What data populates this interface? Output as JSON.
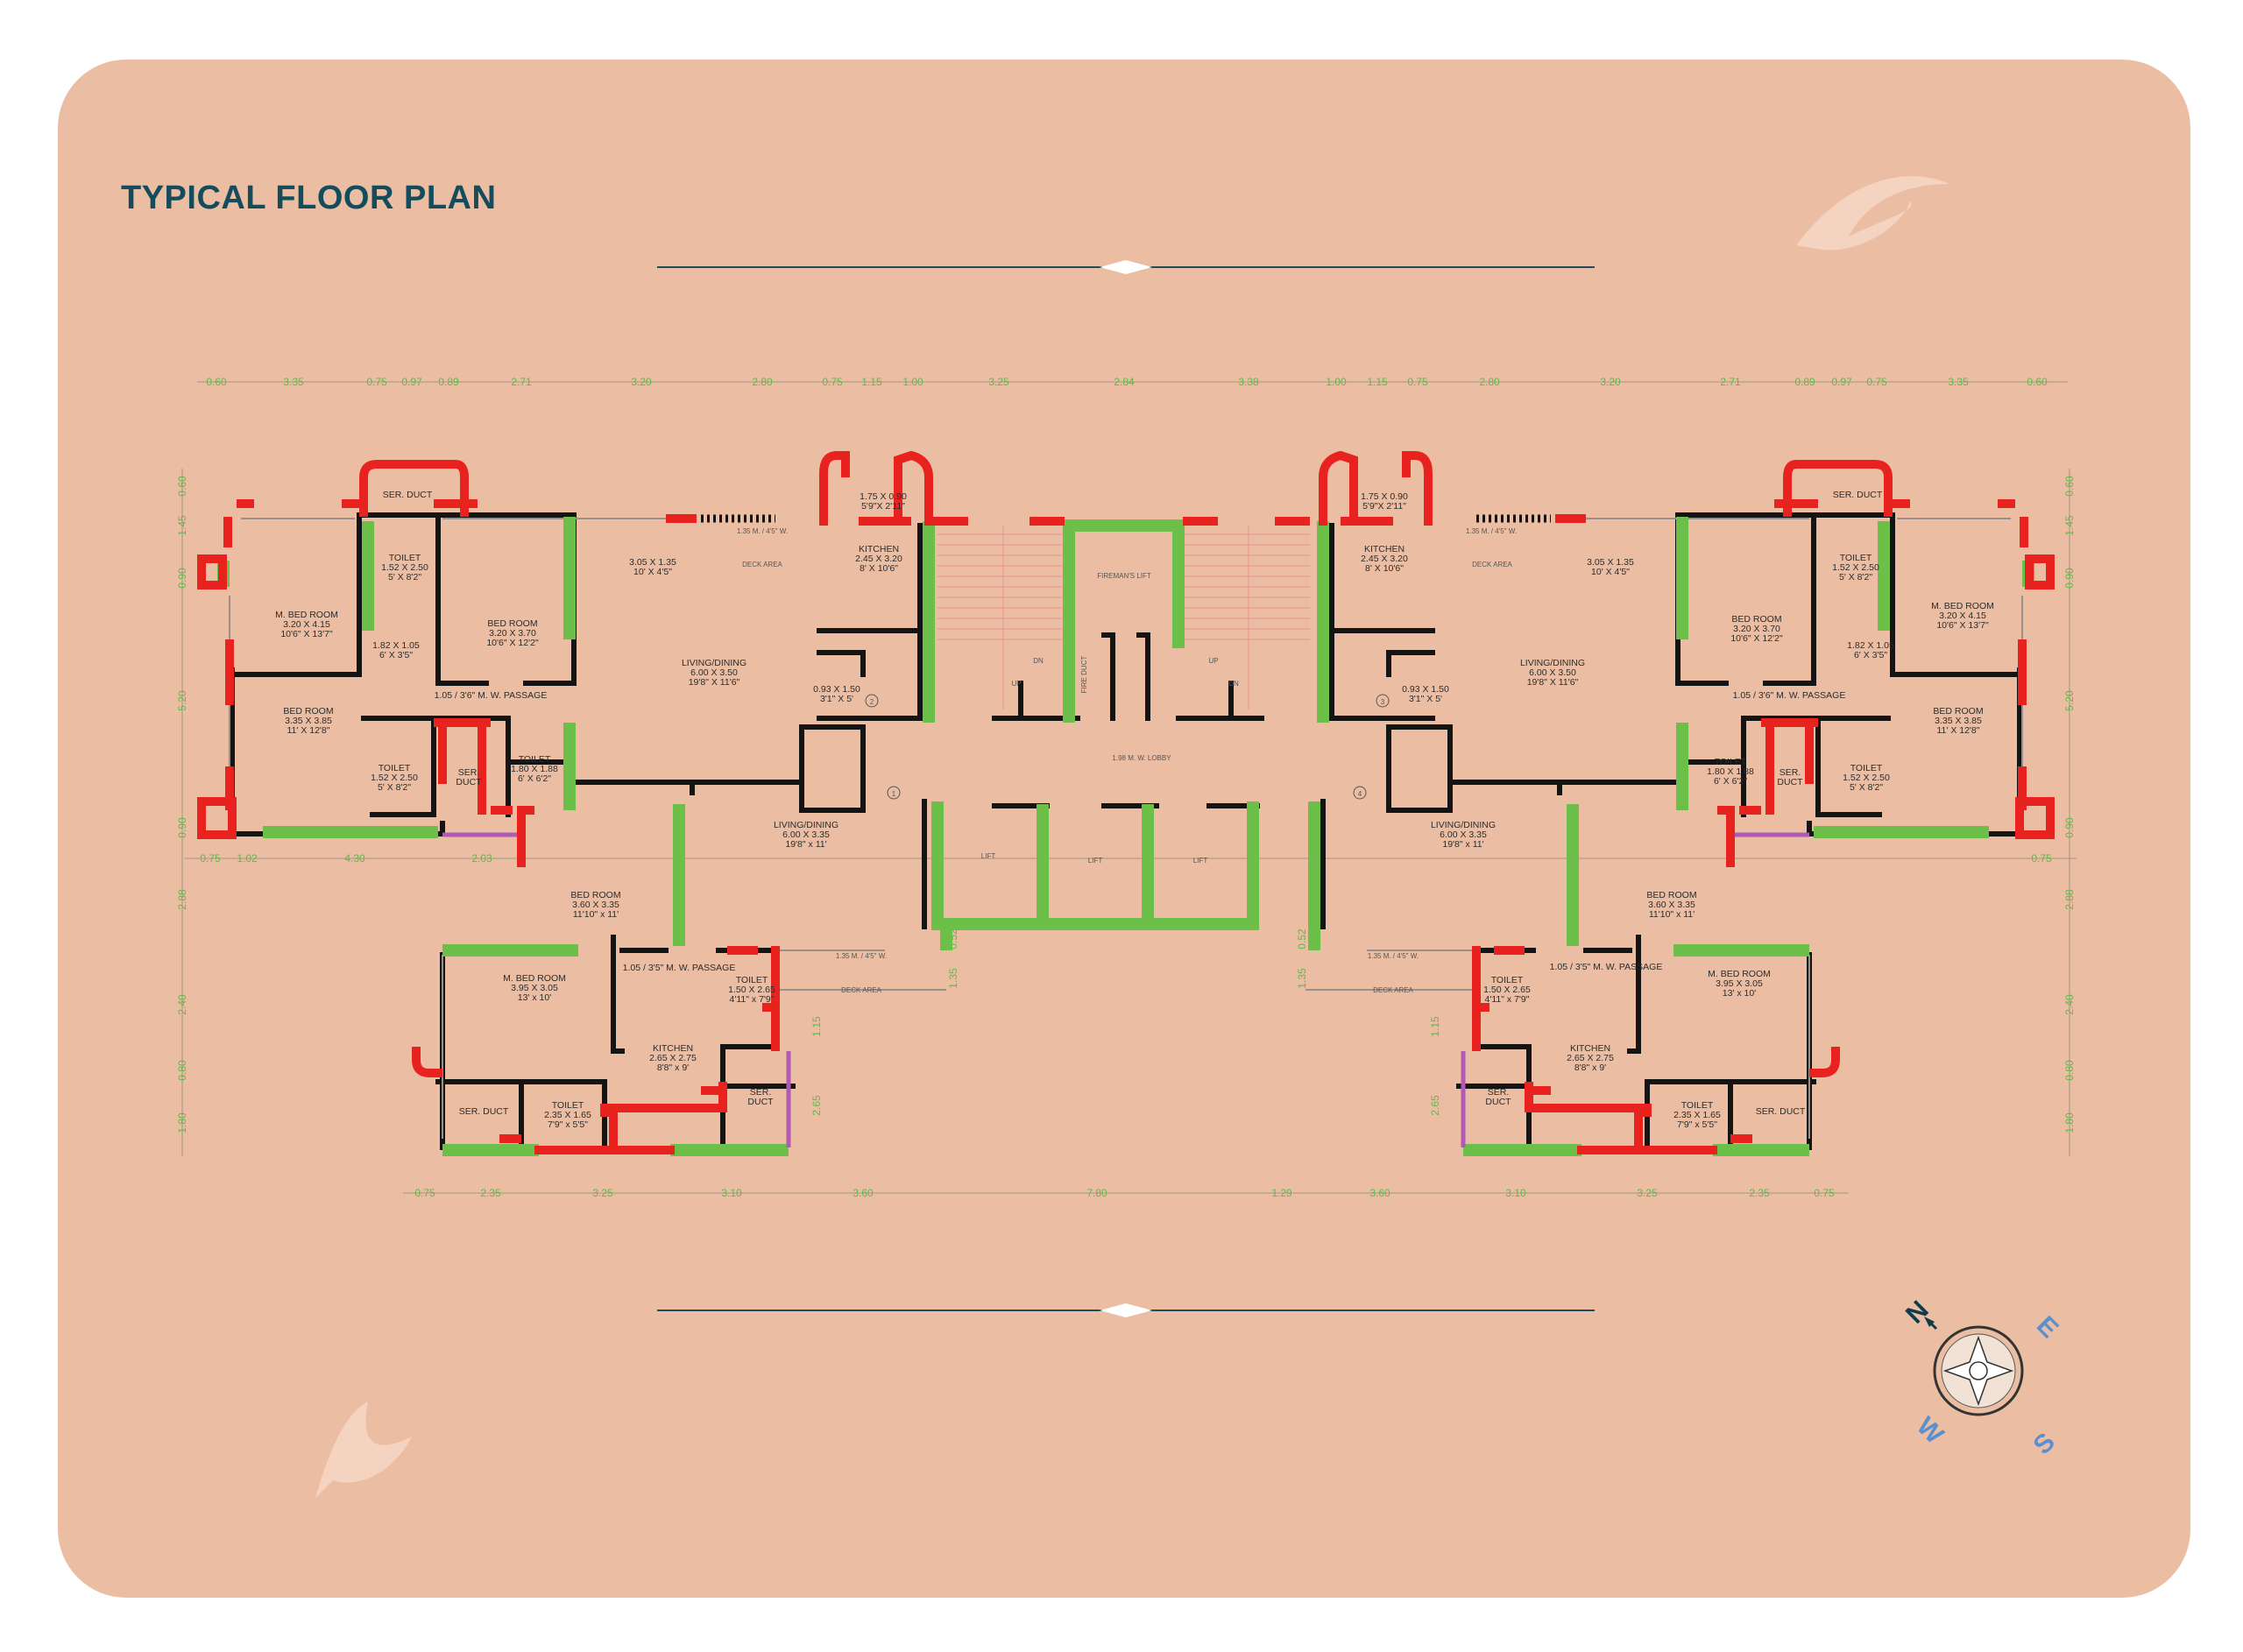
{
  "title": "TYPICAL FLOOR PLAN",
  "compass": {
    "n": "N",
    "e": "E",
    "s": "S",
    "w": "W"
  },
  "colors": {
    "background": "#ebbea4",
    "title": "#154c5b",
    "wall_black": "#141414",
    "wall_red": "#e8231f",
    "wall_green": "#6cc04a",
    "wall_purple": "#b05ab5",
    "dimension": "#5fb84a"
  },
  "top_dims": [
    "0.60",
    "3.35",
    "0.75",
    "0.97",
    "0.89",
    "2.71",
    "3.20",
    "2.80",
    "0.75",
    "1.15",
    "1.00",
    "3.25",
    "2.84",
    "3.38",
    "1.00",
    "1.15",
    "0.75",
    "2.80",
    "3.20",
    "2.71",
    "0.89",
    "0.97",
    "0.75",
    "3.35",
    "0.60"
  ],
  "bottom_dims": [
    "0.75",
    "2.35",
    "3.25",
    "3.10",
    "3.60",
    "7.80",
    "1.29",
    "3.60",
    "3.10",
    "3.25",
    "2.35",
    "0.75"
  ],
  "mid_dims_left": [
    "0.75",
    "1.02",
    "4.30",
    "2.03"
  ],
  "mid_dims_right": [
    "0.75"
  ],
  "left_side_dims": [
    "0.60",
    "1.45",
    "0.90",
    "5.20",
    "0.90",
    "2.88",
    "2.40",
    "0.80",
    "1.80"
  ],
  "right_side_dims": [
    "0.60",
    "1.45",
    "0.90",
    "5.20",
    "0.90",
    "2.88",
    "2.40",
    "0.80",
    "1.80"
  ],
  "inner_dims": [
    "0.52",
    "1.35",
    "1.15",
    "2.65",
    "0.52",
    "1.35",
    "1.15",
    "2.65"
  ],
  "rooms": {
    "tl_ser_duct": [
      "SER. DUCT"
    ],
    "tl_toilet": [
      "TOILET",
      "1.52 X 2.50",
      "5' X 8'2\""
    ],
    "tl_mbed": [
      "M. BED ROOM",
      "3.20 X 4.15",
      "10'6\" X 13'7\""
    ],
    "tl_bed": [
      "BED ROOM",
      "3.20 X 3.70",
      "10'6\" X 12'2\""
    ],
    "tl_living": [
      "LIVING/DINING",
      "6.00 X 3.50",
      "19'8\" X 11'6\""
    ],
    "tl_deck": [
      "3.05 X 1.35",
      "10' X 4'5\""
    ],
    "tl_kitchen": [
      "KITCHEN",
      "2.45 X 3.20",
      "8' X 10'6\""
    ],
    "tl_util": [
      "1.75 X 0.90",
      "5'9\"X 2'11\""
    ],
    "tl_small": [
      "1.82 X 1.05",
      "6' X 3'5\""
    ],
    "tl_passage": [
      "1.05 / 3'6\" M. W. PASSAGE"
    ],
    "tl_bed2": [
      "BED ROOM",
      "3.35 X 3.85",
      "11' X 12'8\""
    ],
    "tl_toilet2": [
      "TOILET",
      "1.52 X 2.50",
      "5' X 8'2\""
    ],
    "tl_duct2": [
      "SER.",
      "DUCT"
    ],
    "tl_toilet3": [
      "TOILET",
      "1.80 X 1.88",
      "6' X 6'2\""
    ],
    "tl_foyer": [
      "0.93 X 1.50",
      "3'1\" X 5'"
    ],
    "tr_ser_duct": [
      "SER. DUCT"
    ],
    "tr_toilet": [
      "TOILET",
      "1.52 X 2.50",
      "5' X 8'2\""
    ],
    "tr_mbed": [
      "M. BED ROOM",
      "3.20 X 4.15",
      "10'6\" X 13'7\""
    ],
    "tr_bed": [
      "BED ROOM",
      "3.20 X 3.70",
      "10'6\" X 12'2\""
    ],
    "tr_living": [
      "LIVING/DINING",
      "6.00 X 3.50",
      "19'8\" X 11'6\""
    ],
    "tr_deck": [
      "3.05 X 1.35",
      "10' X 4'5\""
    ],
    "tr_kitchen": [
      "KITCHEN",
      "2.45 X 3.20",
      "8' X 10'6\""
    ],
    "tr_util": [
      "1.75 X 0.90",
      "5'9\"X 2'11\""
    ],
    "tr_small": [
      "1.82 X 1.05",
      "6' X 3'5\""
    ],
    "tr_passage": [
      "1.05 / 3'6\" M. W. PASSAGE"
    ],
    "tr_bed2": [
      "BED ROOM",
      "3.35 X 3.85",
      "11' X 12'8\""
    ],
    "tr_toilet2": [
      "TOILET",
      "1.52 X 2.50",
      "5' X 8'2\""
    ],
    "tr_duct2": [
      "SER.",
      "DUCT"
    ],
    "tr_toilet3": [
      "TOILET",
      "1.80 X 1.88",
      "6' X 6'2\""
    ],
    "tr_foyer": [
      "0.93 X 1.50",
      "3'1\" X 5'"
    ],
    "bl_living": [
      "LIVING/DINING",
      "6.00 X 3.35",
      "19'8\" x 11'"
    ],
    "bl_bed": [
      "BED ROOM",
      "3.60 X 3.35",
      "11'10\" x 11'"
    ],
    "bl_mbed": [
      "M. BED ROOM",
      "3.95 X 3.05",
      "13' x 10'"
    ],
    "bl_passage": [
      "1.05 / 3'5\" M. W. PASSAGE"
    ],
    "bl_toilet": [
      "TOILET",
      "1.50 X 2.65",
      "4'11\" x 7'9\""
    ],
    "bl_kitchen": [
      "KITCHEN",
      "2.65 X 2.75",
      "8'8\" x 9'"
    ],
    "bl_ser_duct": [
      "SER. DUCT"
    ],
    "bl_toilet2": [
      "TOILET",
      "2.35 X 1.65",
      "7'9\" x 5'5\""
    ],
    "bl_duct2": [
      "SER.",
      "DUCT"
    ],
    "br_living": [
      "LIVING/DINING",
      "6.00 X 3.35",
      "19'8\" x 11'"
    ],
    "br_bed": [
      "BED ROOM",
      "3.60 X 3.35",
      "11'10\" x 11'"
    ],
    "br_mbed": [
      "M. BED ROOM",
      "3.95 X 3.05",
      "13' x 10'"
    ],
    "br_passage": [
      "1.05 / 3'5\" M. W. PASSAGE"
    ],
    "br_toilet": [
      "TOILET",
      "1.50 X 2.65",
      "4'11\" x 7'9\""
    ],
    "br_kitchen": [
      "KITCHEN",
      "2.65 X 2.75",
      "8'8\" x 9'"
    ],
    "br_ser_duct": [
      "SER. DUCT"
    ],
    "br_toilet2": [
      "TOILET",
      "2.35 X 1.65",
      "7'9\" x 5'5\""
    ],
    "br_duct2": [
      "SER.",
      "DUCT"
    ],
    "lobby": [
      "1.98 M. W. LOBBY"
    ],
    "firemans_lift": [
      "FIREMAN'S LIFT"
    ],
    "lift1": [
      "LIFT"
    ],
    "lift2": [
      "LIFT"
    ],
    "lift3": [
      "LIFT"
    ],
    "fire_duct": [
      "FIRE DUCT"
    ],
    "stair_up1": [
      "UP"
    ],
    "stair_dn1": [
      "DN"
    ],
    "stair_up2": [
      "UP"
    ],
    "stair_dn2": [
      "DN"
    ],
    "deck_area_tl": [
      "DECK AREA"
    ],
    "deck_area_tr": [
      "DECK AREA"
    ],
    "deck_area_bl": [
      "DECK AREA"
    ],
    "deck_area_br": [
      "DECK AREA"
    ],
    "deck_w_tl": [
      "1.35 M. / 4'5\" W."
    ],
    "deck_w_tr": [
      "1.35 M. / 4'5\" W."
    ],
    "deck_w_bl": [
      "1.35 M. / 4'5\" W."
    ],
    "deck_w_br": [
      "1.35 M. / 4'5\" W."
    ]
  },
  "unit_numbers": [
    "1",
    "2",
    "3",
    "4"
  ]
}
